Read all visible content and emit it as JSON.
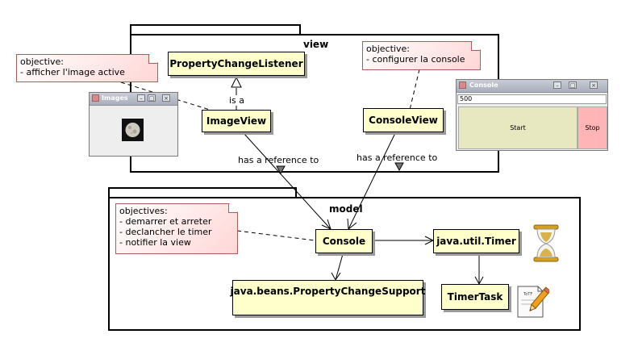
{
  "packages": {
    "view": "view",
    "model": "model"
  },
  "classes": {
    "property_change_listener": "PropertyChangeListener",
    "image_view": "ImageView",
    "console_view": "ConsoleView",
    "console": "Console",
    "timer": "java.util.Timer",
    "timer_task": "TimerTask",
    "property_change_support": "java.beans.PropertyChangeSupport"
  },
  "notes": {
    "image_note": [
      "objective:",
      "- afficher l'image active"
    ],
    "console_note": [
      "objective:",
      "- configurer la console"
    ],
    "model_note": [
      "objectives:",
      "- demarrer et arreter",
      "- declancher le timer",
      "- notifier la view"
    ]
  },
  "edge_labels": {
    "is_a": "is a",
    "image_ref": "has a reference to",
    "console_ref": "has a reference to"
  },
  "images_window": {
    "title": "Images"
  },
  "console_window": {
    "title": "Console",
    "field_value": "500",
    "start_label": "Start",
    "stop_label": "Stop"
  },
  "colors": {
    "class_fill": "#ffffcc",
    "note_fill": "#ffd6d6",
    "start_fill": "#e8e8c0",
    "stop_fill": "#ffb5b5"
  },
  "icons": {
    "hourglass": "hourglass-icon",
    "document_pencil": "document-pencil-icon",
    "moon": "moon-icon"
  }
}
